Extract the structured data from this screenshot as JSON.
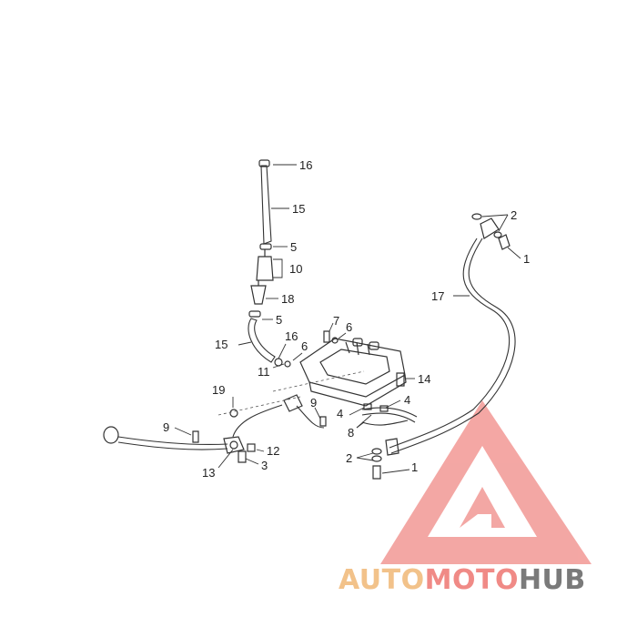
{
  "diagram": {
    "callouts": [
      {
        "id": "c16a",
        "text": "16"
      },
      {
        "id": "c15a",
        "text": "15"
      },
      {
        "id": "c5a",
        "text": "5"
      },
      {
        "id": "c10",
        "text": "10"
      },
      {
        "id": "c18",
        "text": "18"
      },
      {
        "id": "c5b",
        "text": "5"
      },
      {
        "id": "c15b",
        "text": "15"
      },
      {
        "id": "c16b",
        "text": "16"
      },
      {
        "id": "c11",
        "text": "11"
      },
      {
        "id": "c6a",
        "text": "6"
      },
      {
        "id": "c7",
        "text": "7"
      },
      {
        "id": "c6b",
        "text": "6"
      },
      {
        "id": "c14",
        "text": "14"
      },
      {
        "id": "c19",
        "text": "19"
      },
      {
        "id": "c9a",
        "text": "9"
      },
      {
        "id": "c9b",
        "text": "9"
      },
      {
        "id": "c12",
        "text": "12"
      },
      {
        "id": "c3",
        "text": "3"
      },
      {
        "id": "c13",
        "text": "13"
      },
      {
        "id": "c4a",
        "text": "4"
      },
      {
        "id": "c4b",
        "text": "4"
      },
      {
        "id": "c8",
        "text": "8"
      },
      {
        "id": "c2a",
        "text": "2"
      },
      {
        "id": "c1a",
        "text": "1"
      },
      {
        "id": "c17",
        "text": "17"
      },
      {
        "id": "c2b",
        "text": "2"
      },
      {
        "id": "c1b",
        "text": "1"
      }
    ]
  },
  "watermark": {
    "part1": "AUTO",
    "part2": "MOTO",
    "part3": "HUB",
    "colors": {
      "auto": "#f2c28a",
      "moto": "#f08a86",
      "hub": "#7a7a7a",
      "triangle": "#f08a86"
    }
  }
}
